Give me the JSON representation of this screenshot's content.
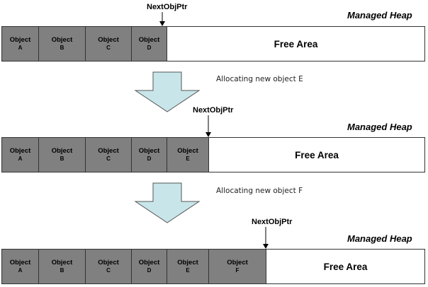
{
  "heap_title": "Managed Heap",
  "pointer_label": "NextObjPtr",
  "free_label": "Free Area",
  "object_word": "Object",
  "steps": [
    {
      "objects": [
        "A",
        "B",
        "C",
        "D"
      ],
      "caption": ""
    },
    {
      "objects": [
        "A",
        "B",
        "C",
        "D",
        "E"
      ],
      "caption": "Allocating new object E"
    },
    {
      "objects": [
        "A",
        "B",
        "C",
        "D",
        "E",
        "F"
      ],
      "caption": "Allocating new object F"
    }
  ],
  "colors": {
    "object_fill": "#808080",
    "arrow_fill": "#c8e6ea",
    "border": "#333333"
  }
}
